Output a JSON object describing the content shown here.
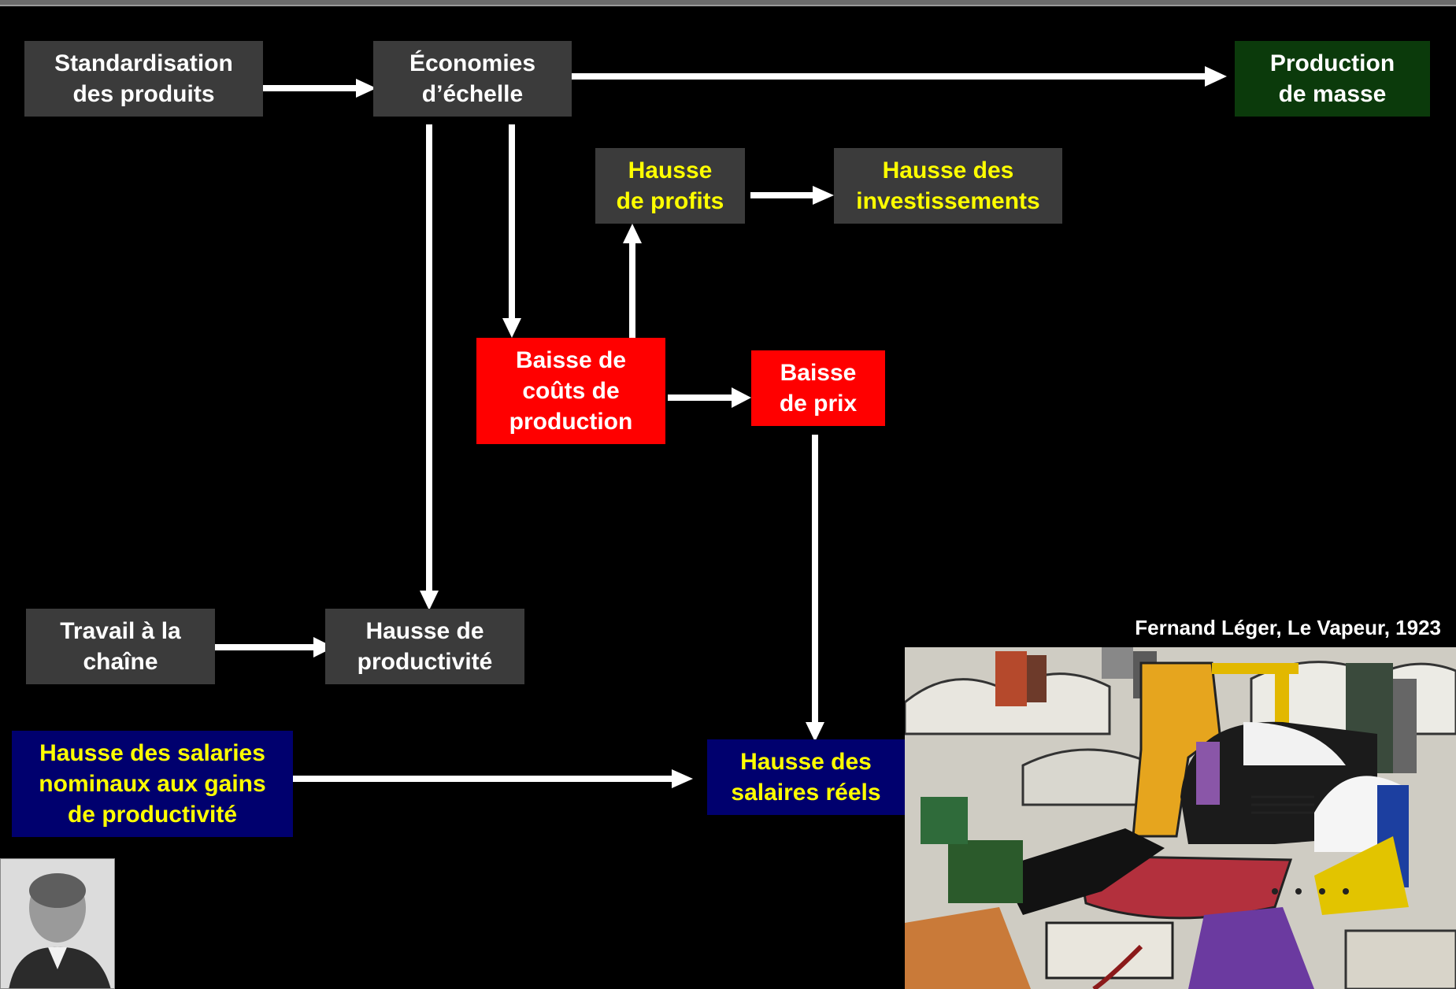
{
  "boxes": {
    "standardisation": {
      "line1": "Standardisation",
      "line2": "des produits"
    },
    "economies": {
      "line1": "Économies",
      "line2": "d’échelle"
    },
    "production_masse": {
      "line1": "Production",
      "line2": "de masse"
    },
    "hausse_profits": {
      "line1": "Hausse",
      "line2": "de profits"
    },
    "hausse_investissements": {
      "line1": "Hausse des",
      "line2": "investissements"
    },
    "baisse_couts": {
      "line1": "Baisse de",
      "line2": "coûts de",
      "line3": "production"
    },
    "baisse_prix": {
      "line1": "Baisse",
      "line2": "de prix"
    },
    "travail_chaine": {
      "line1": "Travail à la",
      "line2": "chaîne"
    },
    "hausse_productivite": {
      "line1": "Hausse de",
      "line2": "productivité"
    },
    "salaries_nominaux": {
      "line1": "Hausse des salaries",
      "line2": "nominaux aux gains",
      "line3": "de productivité"
    },
    "salaires_reels": {
      "line1": "Hausse des",
      "line2": "salaires réels"
    }
  },
  "painting_caption": "Fernand Léger, Le Vapeur, 1923",
  "colors": {
    "background": "#000000",
    "grey_box": "#3b3b3b",
    "red_box": "#ff0000",
    "green_box": "#0b3a0b",
    "navy_box": "#00006e",
    "highlight_text": "#ffff00",
    "arrow": "#ffffff"
  }
}
